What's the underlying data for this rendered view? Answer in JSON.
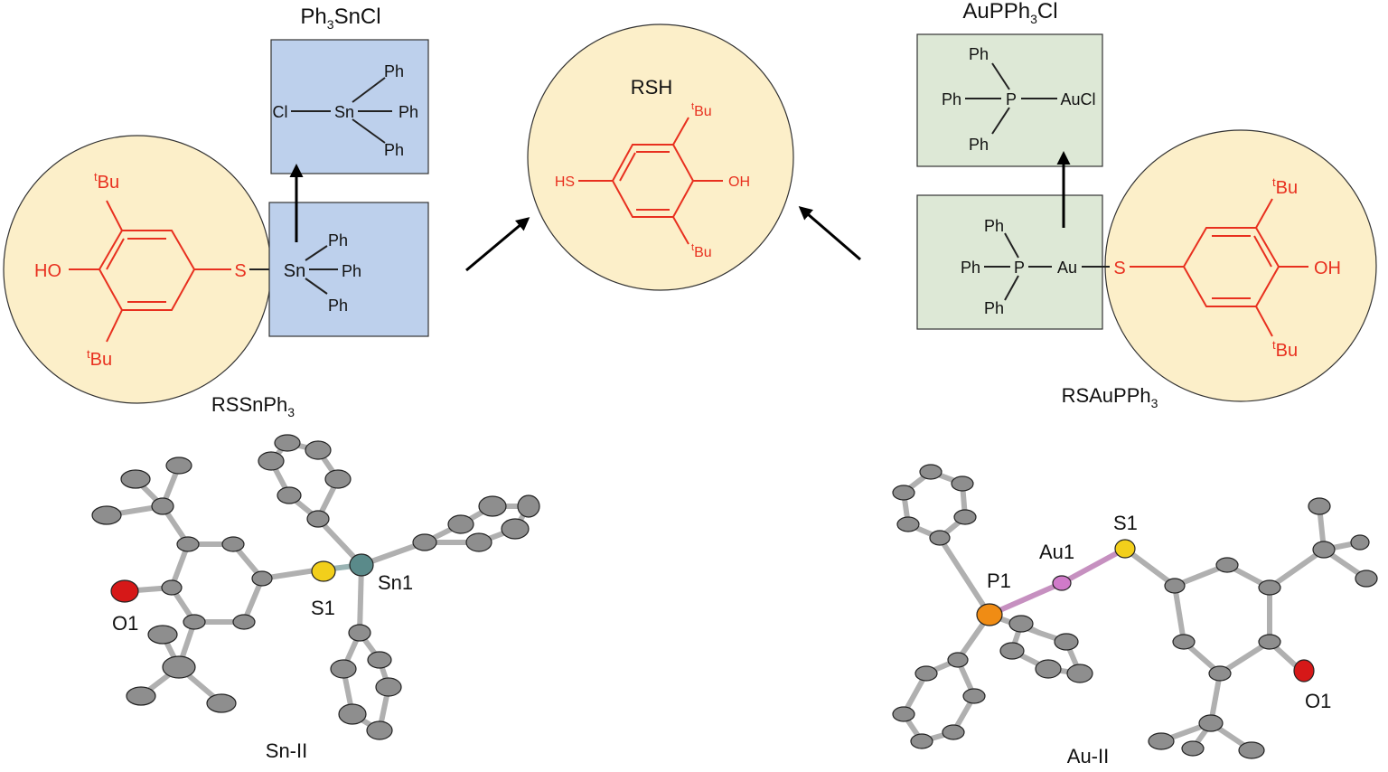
{
  "colors": {
    "tin_box": "#bdd0ec",
    "gold_box": "#dde8d6",
    "phenol_circle": "#fcefc9",
    "red": "#e8301f",
    "sulfur": "#f2cf1b",
    "tin_atom": "#5a8a8a",
    "oxygen": "#d61818",
    "phosphorus": "#f08c14",
    "gold_atom": "#d07ac9",
    "carbon_atom": "#8e8e8e"
  },
  "tin": {
    "reagent_title": "Ph3SnCl",
    "reagent": {
      "cl": "Cl",
      "sn": "Sn",
      "ph_top": "Ph",
      "ph_right": "Ph",
      "ph_bottom": "Ph"
    },
    "complex": {
      "sn": "Sn",
      "ph_top": "Ph",
      "ph_right": "Ph",
      "ph_bottom": "Ph"
    },
    "compound_label": "RSSnPh3",
    "crystal": {
      "label": "Sn-II",
      "s1": "S1",
      "sn1": "Sn1",
      "o1": "O1"
    }
  },
  "center": {
    "title": "RSH",
    "phenol": {
      "hs": "HS",
      "oh": "OH",
      "tbu_top": "tBu",
      "tbu_bottom": "tBu"
    }
  },
  "gold": {
    "reagent_title": "AuPPh3Cl",
    "reagent": {
      "ph_top": "Ph",
      "ph_left": "Ph",
      "p": "P",
      "aucl": "AuCl",
      "ph_bottom": "Ph"
    },
    "complex": {
      "ph_top": "Ph",
      "ph_left": "Ph",
      "p": "P",
      "au": "Au",
      "ph_bottom": "Ph"
    },
    "compound_label": "RSAuPPh3",
    "crystal": {
      "label": "Au-II",
      "s1": "S1",
      "au1": "Au1",
      "p1": "P1",
      "o1": "O1"
    }
  },
  "left_phenol": {
    "ho": "HO",
    "s": "S",
    "tbu_top": "tBu",
    "tbu_bottom": "tBu"
  },
  "right_phenol": {
    "s": "S",
    "oh": "OH",
    "tbu_top": "tBu",
    "tbu_bottom": "tBu"
  }
}
